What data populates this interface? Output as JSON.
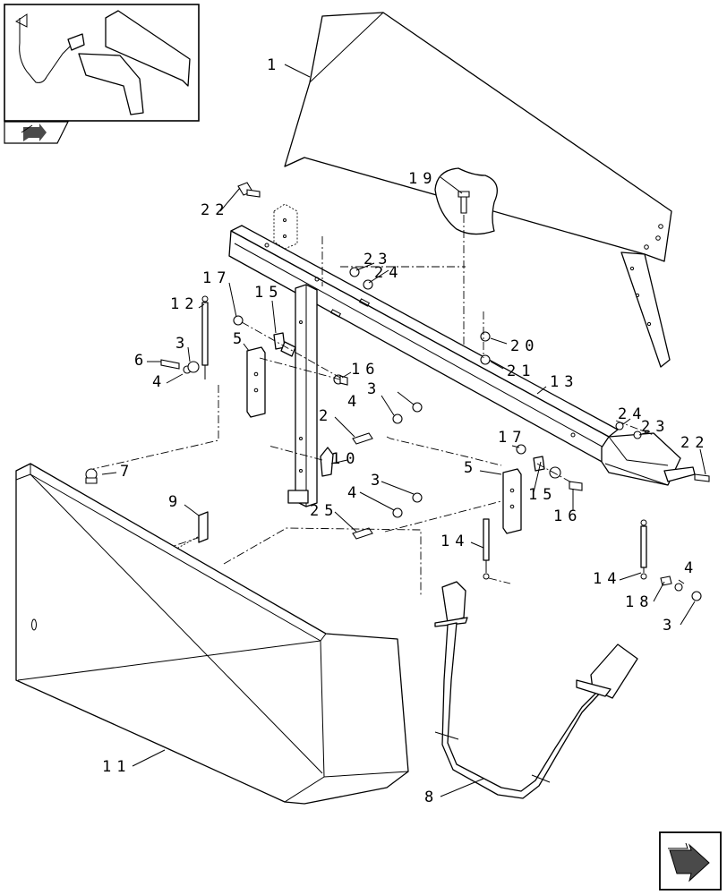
{
  "callouts": [
    {
      "id": "c1",
      "text": "1"
    },
    {
      "id": "c19",
      "text": "19"
    },
    {
      "id": "c22a",
      "text": "22"
    },
    {
      "id": "c23a",
      "text": "23"
    },
    {
      "id": "c24a",
      "text": "24"
    },
    {
      "id": "c17a",
      "text": "17"
    },
    {
      "id": "c12",
      "text": "12"
    },
    {
      "id": "c15a",
      "text": "15"
    },
    {
      "id": "c5a",
      "text": "5"
    },
    {
      "id": "c3a",
      "text": "3"
    },
    {
      "id": "c6",
      "text": "6"
    },
    {
      "id": "c4a",
      "text": "4"
    },
    {
      "id": "c20",
      "text": "20"
    },
    {
      "id": "c21",
      "text": "21"
    },
    {
      "id": "c16a",
      "text": "16"
    },
    {
      "id": "c13",
      "text": "13"
    },
    {
      "id": "c3b",
      "text": "3"
    },
    {
      "id": "c4b",
      "text": "4"
    },
    {
      "id": "c2a",
      "text": "2"
    },
    {
      "id": "c10",
      "text": "10"
    },
    {
      "id": "c24b",
      "text": "24"
    },
    {
      "id": "c23b",
      "text": "23"
    },
    {
      "id": "c22b",
      "text": "22"
    },
    {
      "id": "c17b",
      "text": "17"
    },
    {
      "id": "c5b",
      "text": "5"
    },
    {
      "id": "c15b",
      "text": "15"
    },
    {
      "id": "c16b",
      "text": "16"
    },
    {
      "id": "c7",
      "text": "7"
    },
    {
      "id": "c9",
      "text": "9"
    },
    {
      "id": "c3c",
      "text": "3"
    },
    {
      "id": "c4c",
      "text": "4"
    },
    {
      "id": "c25",
      "text": "25"
    },
    {
      "id": "c14a",
      "text": "14"
    },
    {
      "id": "c14b",
      "text": "14"
    },
    {
      "id": "c4d",
      "text": "4"
    },
    {
      "id": "c18",
      "text": "18"
    },
    {
      "id": "c3d",
      "text": "3"
    },
    {
      "id": "c11",
      "text": "11"
    },
    {
      "id": "c8",
      "text": "8"
    }
  ],
  "icons": {
    "thumbnail_nav": "previous-page-arrow-icon",
    "next_nav": "next-page-arrow-icon"
  },
  "colors": {
    "line": "#000000",
    "background": "#ffffff",
    "icon_fill": "#4a4a4a"
  }
}
